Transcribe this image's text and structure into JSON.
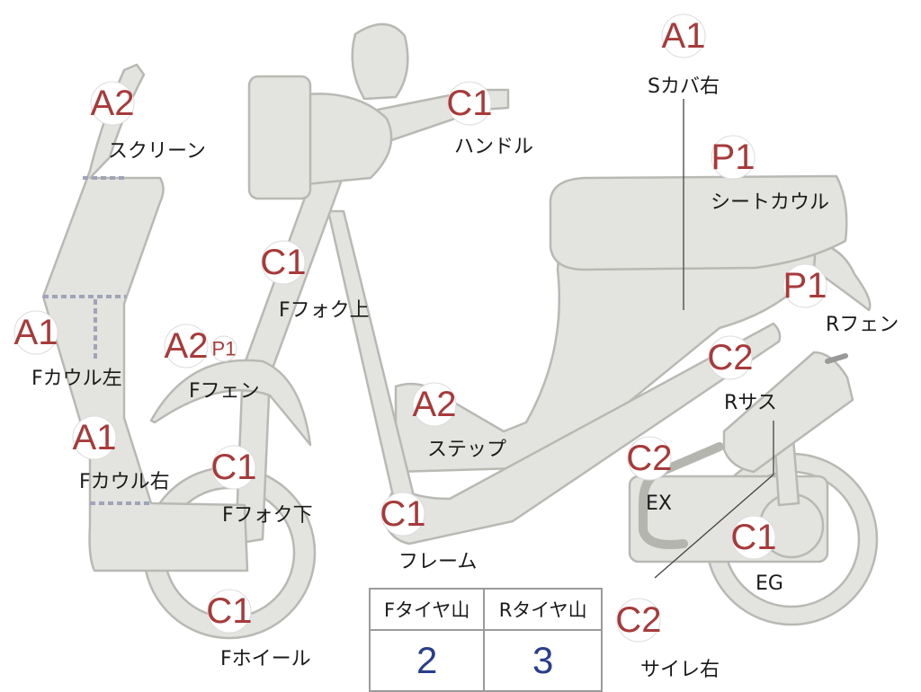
{
  "parts": [
    {
      "id": "s-cover-right",
      "grade": "A1",
      "label": "Sカバ右"
    },
    {
      "id": "screen",
      "grade": "A2",
      "label": "スクリーン"
    },
    {
      "id": "handle",
      "grade": "C1",
      "label": "ハンドル"
    },
    {
      "id": "seat-cowl",
      "grade": "P1",
      "label": "シートカウル"
    },
    {
      "id": "f-fork-upper",
      "grade": "C1",
      "label": "Fフォク上"
    },
    {
      "id": "r-fender",
      "grade": "P1",
      "label": "Rフェン"
    },
    {
      "id": "f-cowl-left",
      "grade": "A1",
      "label": "Fカウル左"
    },
    {
      "id": "f-fender",
      "grade": "A2",
      "grade_extra": "P1",
      "label": "Fフェン"
    },
    {
      "id": "r-suspension",
      "grade": "C2",
      "label": "Rサス"
    },
    {
      "id": "step",
      "grade": "A2",
      "label": "ステップ"
    },
    {
      "id": "f-cowl-right",
      "grade": "A1",
      "label": "Fカウル右"
    },
    {
      "id": "f-fork-lower",
      "grade": "C1",
      "label": "Fフォク下"
    },
    {
      "id": "exhaust",
      "grade": "C2",
      "label": "EX"
    },
    {
      "id": "frame",
      "grade": "C1",
      "label": "フレーム"
    },
    {
      "id": "engine",
      "grade": "C1",
      "label": "EG"
    },
    {
      "id": "f-wheel",
      "grade": "C1",
      "label": "Fホイール"
    },
    {
      "id": "silencer-right",
      "grade": "C2",
      "label": "サイレ右"
    }
  ],
  "tire_table": {
    "headers": [
      "Fタイヤ山",
      "Rタイヤ山"
    ],
    "values": [
      "2",
      "3"
    ]
  },
  "colors": {
    "grade_text": "#a83a3a",
    "tire_value_text": "#2a3e8c",
    "part_fill": "#e3e3df"
  }
}
